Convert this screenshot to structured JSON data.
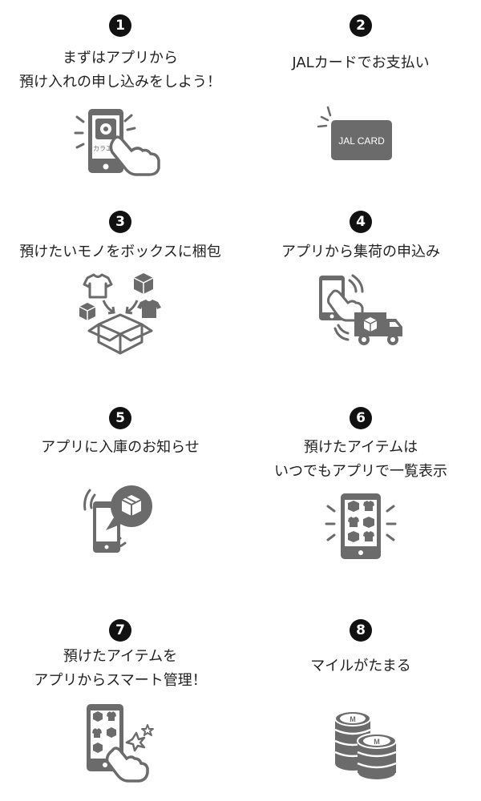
{
  "steps": [
    {
      "number": "1",
      "lines": [
        "まずはアプリから",
        "預け入れの申し込みをしよう！"
      ],
      "icon": "phone-app-tap-icon",
      "icon_text": "カラエト"
    },
    {
      "number": "2",
      "lines": [
        "JALカードでお支払い"
      ],
      "icon": "jal-card-icon",
      "icon_text": "JAL CARD"
    },
    {
      "number": "3",
      "lines": [
        "預けたいモノをボックスに梱包"
      ],
      "icon": "packing-box-icon"
    },
    {
      "number": "4",
      "lines": [
        "アプリから集荷の申込み"
      ],
      "icon": "pickup-truck-icon"
    },
    {
      "number": "5",
      "lines": [
        "アプリに入庫のお知らせ"
      ],
      "icon": "notification-phone-icon"
    },
    {
      "number": "6",
      "lines": [
        "預けたアイテムは",
        "いつでもアプリで一覧表示"
      ],
      "icon": "item-list-phone-icon"
    },
    {
      "number": "7",
      "lines": [
        "預けたアイテムを",
        "アプリからスマート管理！"
      ],
      "icon": "manage-phone-tap-icon"
    },
    {
      "number": "8",
      "lines": [
        "マイルがたまる"
      ],
      "icon": "mile-coins-icon"
    }
  ],
  "colors": {
    "icon_gray": "#6b6b6b",
    "badge": "#111111",
    "text": "#222222"
  }
}
